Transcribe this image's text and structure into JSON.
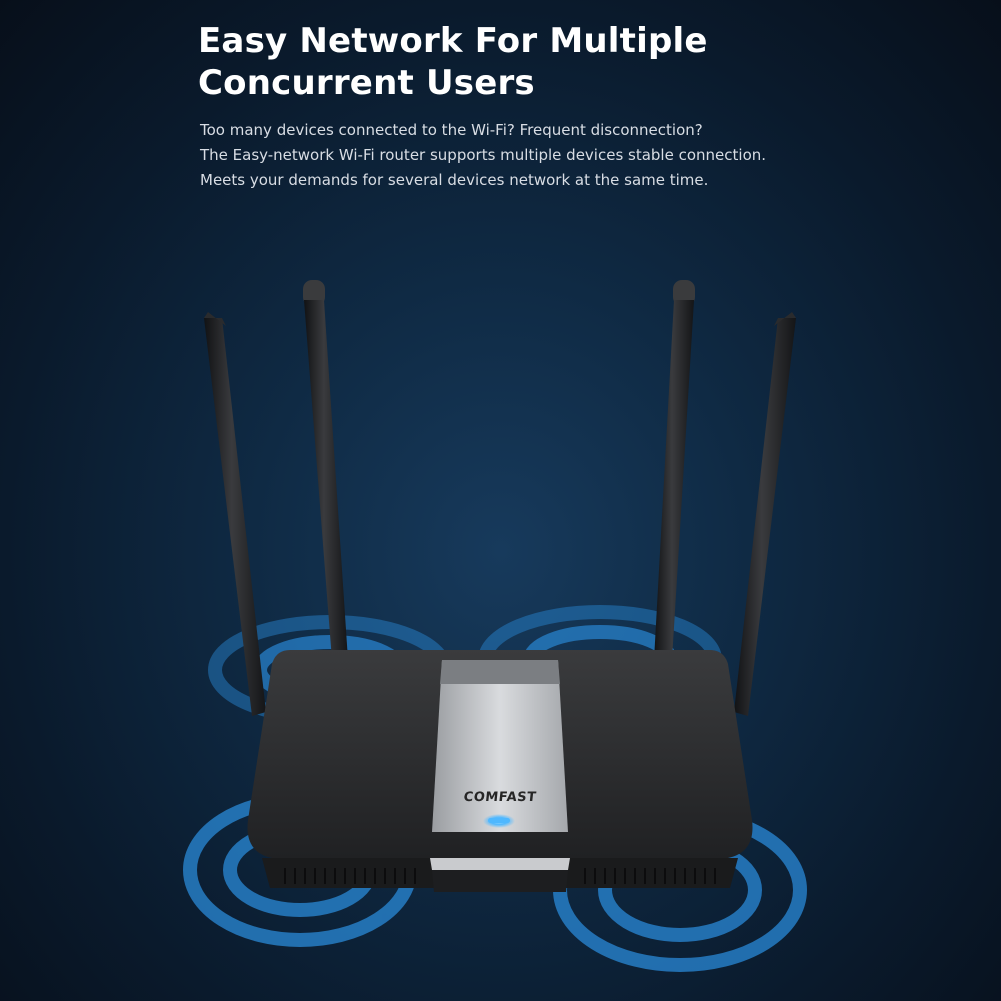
{
  "headline": {
    "line1": "Easy Network For Multiple",
    "line2": "Concurrent Users"
  },
  "body_copy": {
    "line1": "Too many devices connected to the Wi-Fi? Frequent disconnection?",
    "line2": "The Easy-network Wi-Fi router supports multiple devices stable connection.",
    "line3": "Meets your demands for several devices network at the same time."
  },
  "router": {
    "brand": "COMFAST",
    "led_color": "#4fb8ff",
    "body_color": "#2b2c2e",
    "panel_color": "#c2c4c7"
  },
  "signal_color": "#2a8ad8"
}
